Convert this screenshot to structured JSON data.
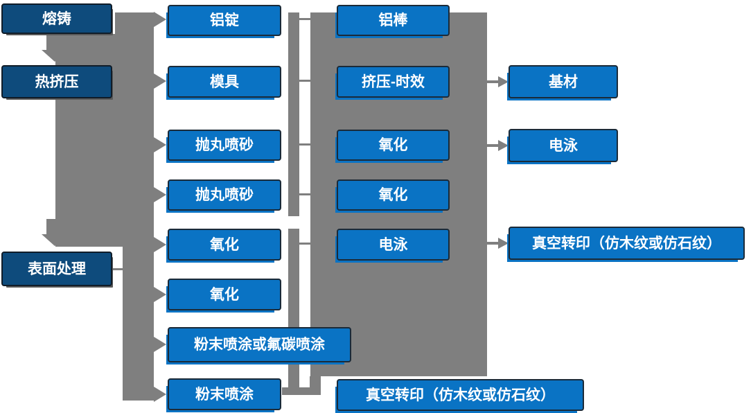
{
  "diagram": {
    "description": "Aluminum profile production process flow chart",
    "colors": {
      "node_blue": "#0a73c4",
      "node_dark_blue": "#0e4b7c",
      "connector_gray": "#7f7f7f",
      "node_border": "#1b2a38",
      "text": "#ffffff",
      "background": "#ffffff"
    },
    "col1": {
      "melting": "熔铸",
      "hot_extrusion": "热挤压",
      "surface_treatment": "表面处理"
    },
    "col2": {
      "al_ingot": "铝锭",
      "mold": "模具",
      "shot_blasting_1": "抛丸喷砂",
      "shot_blasting_2": "抛丸喷砂",
      "oxidation_1": "氧化",
      "oxidation_2": "氧化",
      "powder_or_fluorocarbon": "粉末喷涂或氟碳喷涂",
      "powder_coating": "粉末喷涂"
    },
    "col3": {
      "al_rod": "铝棒",
      "extrusion_aging": "挤压-时效",
      "oxidation_1": "氧化",
      "oxidation_2": "氧化",
      "electrophoresis": "电泳",
      "vacuum_transfer": "真空转印（仿木纹或仿石纹）"
    },
    "col4": {
      "base_material": "基材",
      "electrophoresis": "电泳",
      "vacuum_transfer": "真空转印（仿木纹或仿石纹）"
    }
  }
}
